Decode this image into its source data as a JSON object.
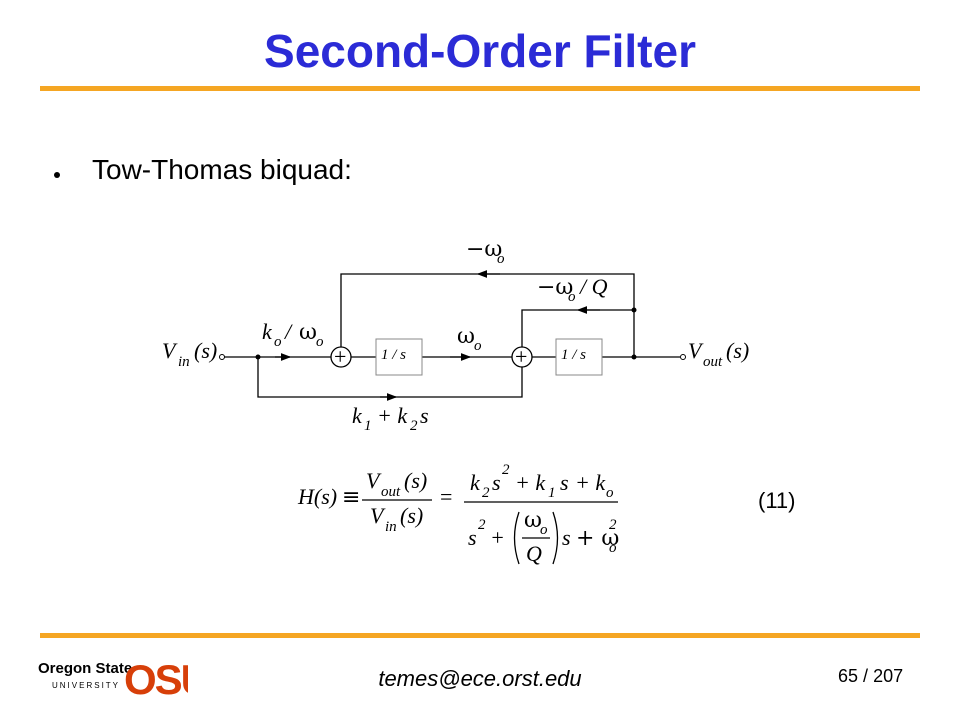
{
  "slide": {
    "title": "Second-Order Filter",
    "bullet": "Tow-Thomas biquad:",
    "equation_number": "(11)",
    "footer_email": "temes@ece.orst.edu",
    "page_current": "65",
    "page_separator": "/",
    "page_total": "207"
  },
  "logo": {
    "line1": "Oregon State",
    "line2": "UNIVERSITY",
    "mark": "OSU",
    "color": "#d73f09"
  },
  "colors": {
    "title": "#2b2bd6",
    "rule": "#f5a623"
  },
  "diagram": {
    "input_label": "V",
    "input_sub": "in",
    "input_arg": "(s)",
    "output_label": "V",
    "output_sub": "out",
    "output_arg": "(s)",
    "integrator1": "1 / s",
    "integrator2": "1 / s",
    "sum_symbol": "+",
    "gain_k": "k",
    "gain_k_sub": "o",
    "gain_slash": "/",
    "gain_w": "ω",
    "gain_w_sub": "o",
    "omega_mid": "ω",
    "omega_mid_sub": "o",
    "fb_outer_minus": "−ω",
    "fb_outer_sub": "o",
    "fb_inner_minus": "−ω",
    "fb_inner_sub": "o",
    "fb_inner_rest": "/ Q",
    "ff_k1": "k",
    "ff_k1_sub": "1",
    "ff_plus": "+ k",
    "ff_k2_sub": "2",
    "ff_s": "s"
  },
  "equation": {
    "lhs": "H(s)",
    "equiv": "≡",
    "num_V": "V",
    "num_sub": "out",
    "num_arg": "(s)",
    "den_V": "V",
    "den_sub": "in",
    "den_arg": "(s)",
    "equals": "=",
    "rn_k2": "k",
    "rn_k2_sub": "2",
    "rn_s2": "s",
    "rn_sup2": "2",
    "rn_plus1": "+ k",
    "rn_k1_sub": "1",
    "rn_s": "s",
    "rn_plus2": "+ k",
    "rn_ko_sub": "o",
    "rd_s": "s",
    "rd_sup2": "2",
    "rd_plus": "+",
    "rd_w": "ω",
    "rd_w_sub": "o",
    "rd_Q": "Q",
    "rd_s2": "s",
    "rd_plus2": "+ ω",
    "rd_wo_sup": "2",
    "rd_wo_sub": "o"
  }
}
